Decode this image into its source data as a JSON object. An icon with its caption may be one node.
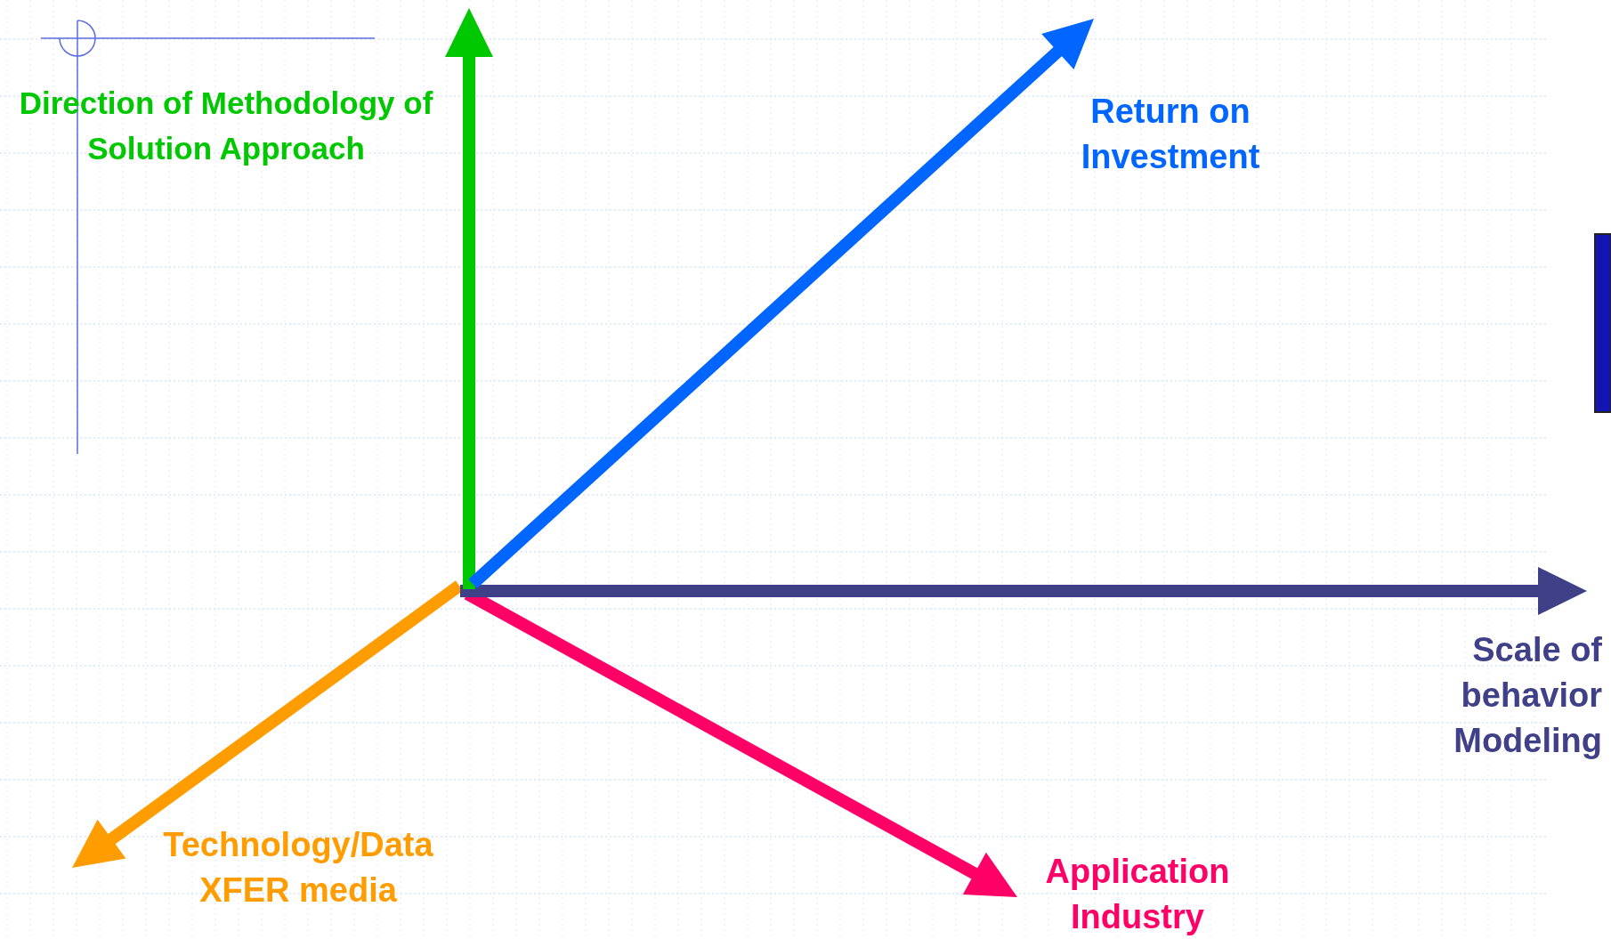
{
  "diagram": {
    "labels": [
      "Direction of Methodology of Solution Approach",
      "Return on Investment",
      "Scale of behavior Modeling",
      "Technology/Data XFER media",
      "Application Industry"
    ]
  }
}
